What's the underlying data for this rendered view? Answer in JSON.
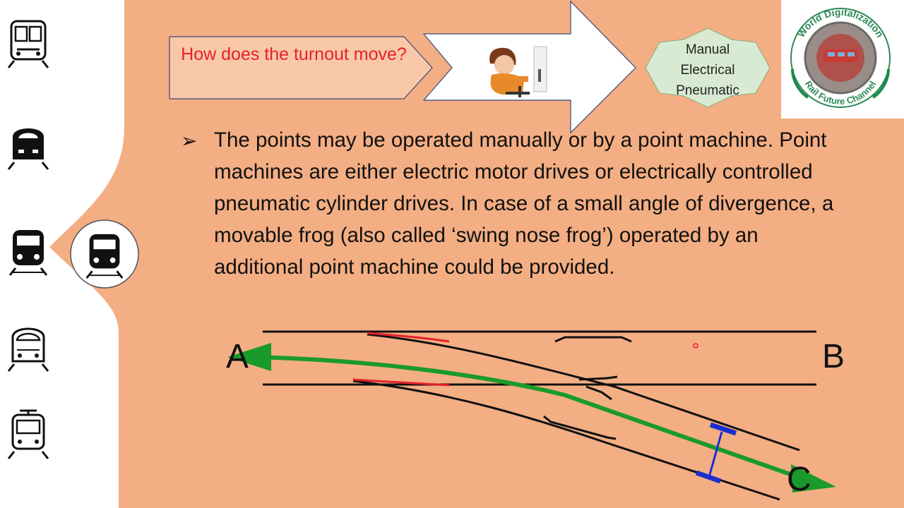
{
  "header": {
    "question": "How does the turnout move?",
    "methods": [
      "Manual",
      "Electrical",
      "Pneumatic"
    ]
  },
  "logo": {
    "top_text": "World Digitalization",
    "bottom_text": "Rail Future Channel"
  },
  "body": {
    "paragraph": "The points may be operated manually or by a point machine. Point machines are either electric motor drives or electrically controlled pneumatic cylinder drives. In case of a small angle of divergence, a movable frog (also called ‘swing nose frog’) operated by an additional point machine could be provided."
  },
  "diagram": {
    "point_a": "A",
    "point_b": "B",
    "point_c": "C"
  },
  "sidebar": {
    "icons": [
      "tram-icon",
      "high-speed-train-icon",
      "metro-train-icon",
      "light-rail-icon",
      "bus-train-icon"
    ],
    "selected": "metro-train-icon"
  },
  "colors": {
    "background": "#f3ae83",
    "title_red": "#e8202a",
    "route_green": "#1a9a2a",
    "rail_black": "#111111",
    "switch_red": "#e8202a",
    "machine_blue": "#1a2fd0",
    "octagon_green": "#d8ebd2"
  }
}
